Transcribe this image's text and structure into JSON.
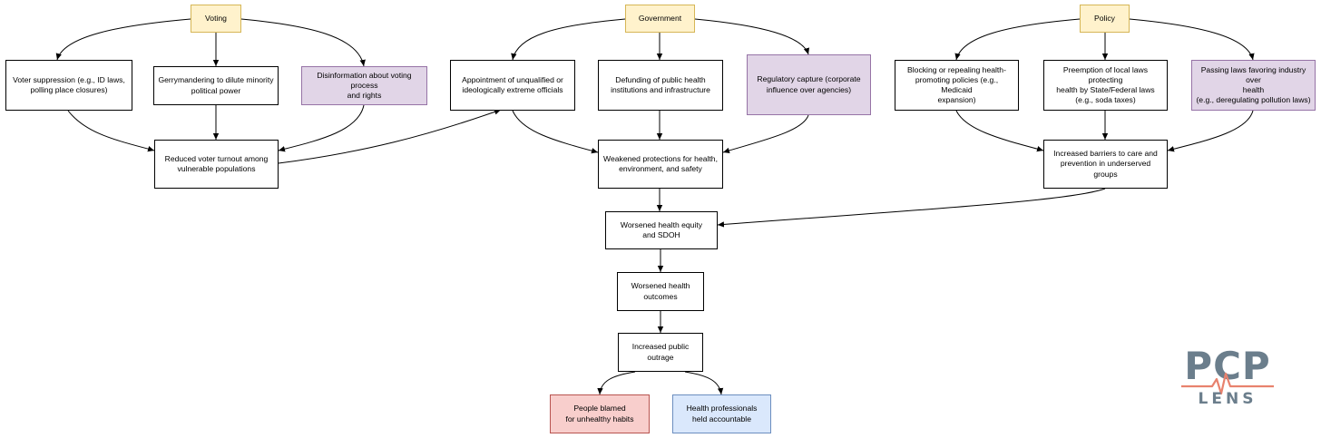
{
  "categories": {
    "voting": "Voting",
    "government": "Government",
    "policy": "Policy"
  },
  "nodes": {
    "voter_suppression": "Voter suppression (e.g., ID laws,\npolling place closures)",
    "gerrymandering": "Gerrymandering to dilute minority\npolitical power",
    "disinformation": "Disinformation about voting process\nand rights",
    "reduced_turnout": "Reduced voter turnout among\nvulnerable populations",
    "appointment": "Appointment of unqualified or\nideologically extreme officials",
    "defunding": "Defunding of public health\ninstitutions and infrastructure",
    "regulatory_capture": "Regulatory capture (corporate\ninfluence over agencies)",
    "weakened_protections": "Weakened protections for health,\nenvironment, and safety",
    "blocking_policies": "Blocking or repealing health-\npromoting policies (e.g., Medicaid\nexpansion)",
    "preemption": "Preemption of local laws protecting\nhealth by State/Federal laws\n(e.g., soda taxes)",
    "passing_laws": "Passing laws favoring industry over\nhealth\n(e.g., deregulating pollution laws)",
    "increased_barriers": "Increased barriers to care and\nprevention in underserved groups",
    "worsened_equity": "Worsened health equity\nand SDOH",
    "worsened_outcomes": "Worsened health\noutcomes",
    "public_outrage": "Increased public\noutrage",
    "people_blamed": "People blamed\nfor unhealthy habits",
    "professionals_accountable": "Health professionals\nheld accountable"
  },
  "logo": {
    "main": "PCP",
    "sub": "LENS"
  },
  "colors": {
    "category_fill": "#fff2cc",
    "highlight_fill": "#e1d5e7",
    "blamed_fill": "#f8cecc",
    "accountable_fill": "#dae8fc",
    "logo_gray": "#6b7e8c",
    "logo_pulse": "#e8826e"
  }
}
